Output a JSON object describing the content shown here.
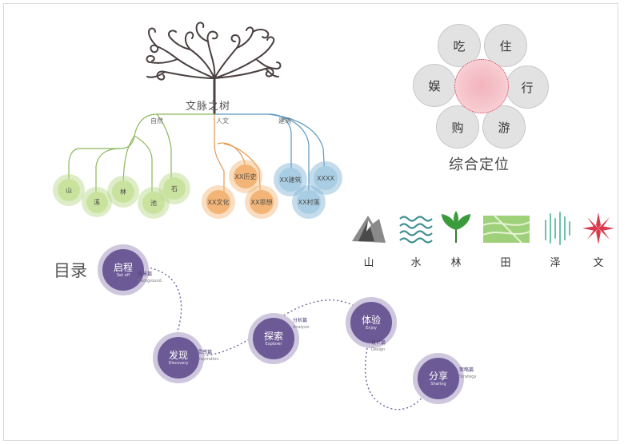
{
  "tree": {
    "title": "文脉之树",
    "branches": [
      {
        "label": "自然",
        "nodes": [
          "山",
          "溪",
          "林",
          "池",
          "石"
        ]
      },
      {
        "label": "人文",
        "nodes": [
          "XX历史",
          "XX文化",
          "XX思想"
        ]
      },
      {
        "label": "建筑",
        "nodes": [
          "XX建筑",
          "XXXX",
          "XX村落"
        ]
      }
    ],
    "colors": {
      "nature": "#8bb85a",
      "culture": "#e39a52",
      "architecture": "#5b97c1",
      "trunk": "#4a4040"
    }
  },
  "flower": {
    "title": "综合定位",
    "petals": [
      "吃",
      "住",
      "行",
      "游",
      "购",
      "娱"
    ]
  },
  "icons": [
    {
      "label": "山",
      "icon": "mountain-icon"
    },
    {
      "label": "水",
      "icon": "water-icon"
    },
    {
      "label": "林",
      "icon": "plant-icon"
    },
    {
      "label": "田",
      "icon": "field-icon"
    },
    {
      "label": "泽",
      "icon": "marsh-icon"
    },
    {
      "label": "文",
      "icon": "culture-star-icon"
    }
  ],
  "toc": {
    "title": "目录",
    "items": [
      {
        "cn": "启程",
        "en": "Set off",
        "side_cn": "背景篇",
        "side_en": "Background"
      },
      {
        "cn": "发现",
        "en": "Discovery",
        "side_cn": "灵感篇",
        "side_en": "Inspiration"
      },
      {
        "cn": "探索",
        "en": "Explorer",
        "side_cn": "分析篇",
        "side_en": "Analysis"
      },
      {
        "cn": "体验",
        "en": "Enjoy",
        "side_cn": "设计篇",
        "side_en": "Design"
      },
      {
        "cn": "分享",
        "en": "Sharing",
        "side_cn": "策略篇",
        "side_en": "Strategy"
      }
    ],
    "color": "#6b5a96"
  }
}
